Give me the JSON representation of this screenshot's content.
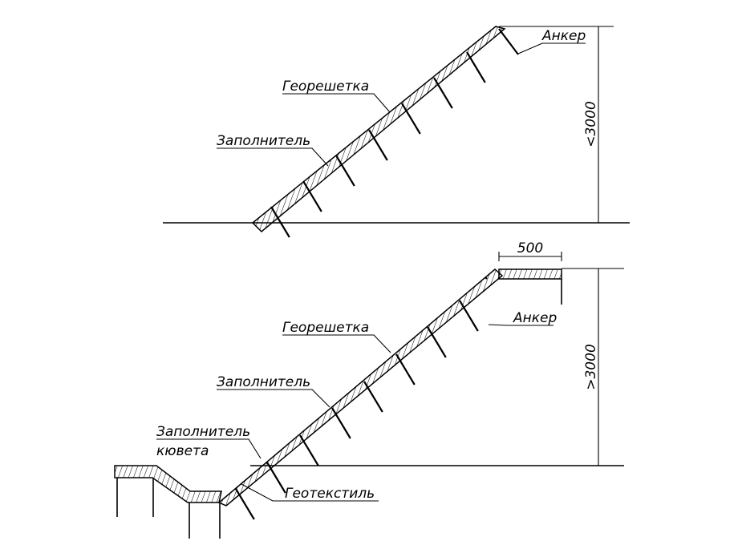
{
  "top_section": {
    "labels": {
      "anchor": "Анкер",
      "geogrid": "Георешетка",
      "filler": "Заполнитель"
    },
    "dimension": "<3000"
  },
  "bottom_section": {
    "labels": {
      "anchor": "Анкер",
      "geogrid": "Георешетка",
      "filler": "Заполнитель",
      "ditch_filler_line1": "Заполнитель",
      "ditch_filler_line2": "кювета",
      "geotextile": "Геотекстиль"
    },
    "dimension_height": ">3000",
    "dimension_width": "500"
  }
}
